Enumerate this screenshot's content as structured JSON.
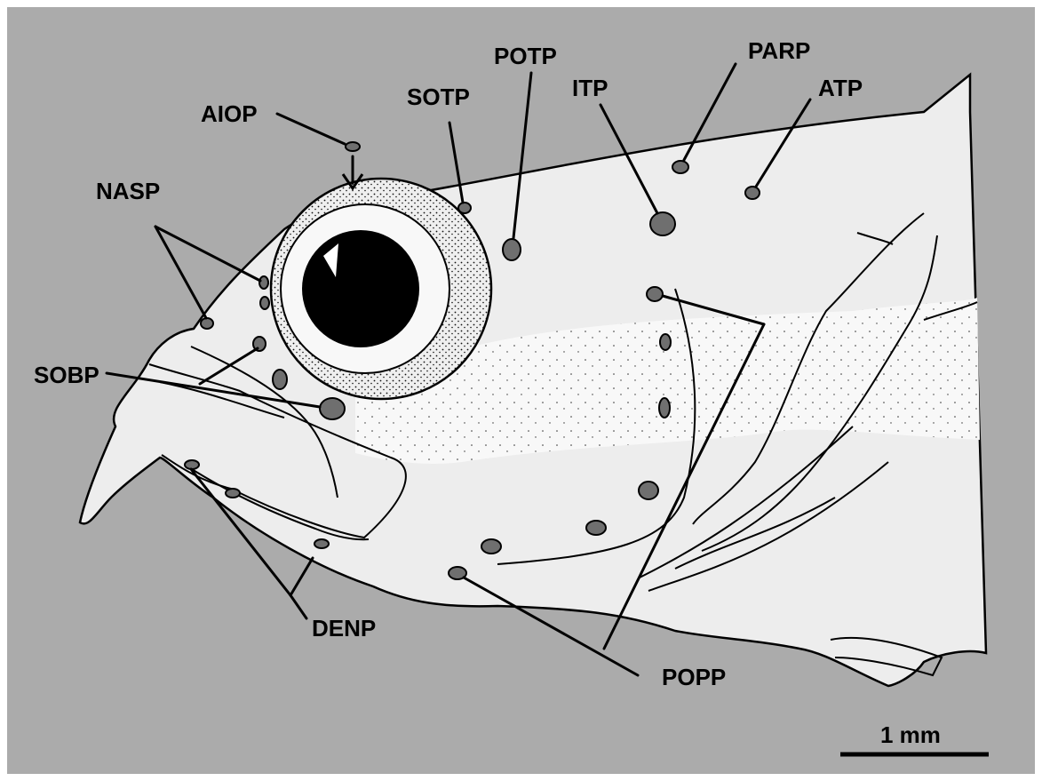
{
  "labels": {
    "aiop": "AIOP",
    "sotp": "SOTP",
    "potp": "POTP",
    "itp": "ITP",
    "parp": "PARP",
    "atp": "ATP",
    "nasp": "NASP",
    "sobp": "SOBP",
    "denp": "DENP",
    "popp": "POPP"
  },
  "scale_bar": {
    "label": "1 mm"
  },
  "colors": {
    "background": "#ababab",
    "body": "#ededed",
    "pore": "#6f6f6f",
    "line": "#000000"
  }
}
